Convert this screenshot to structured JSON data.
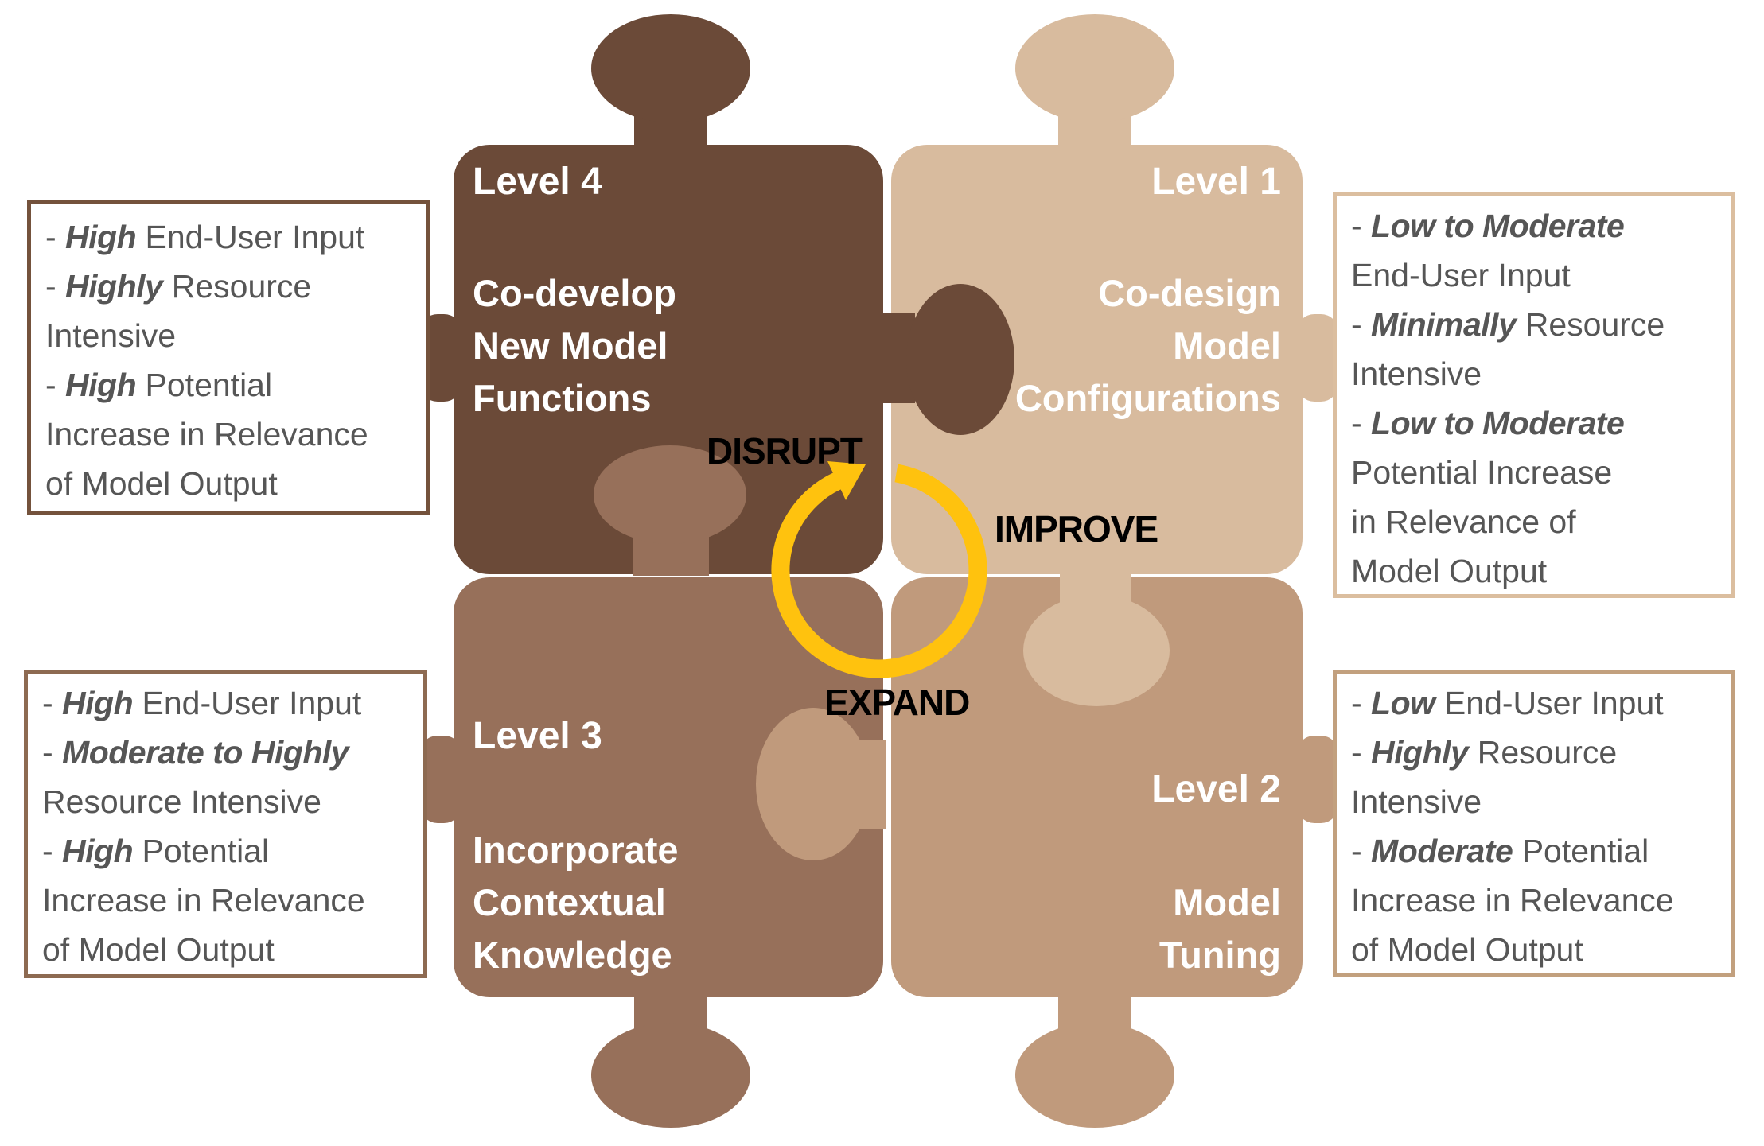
{
  "pieces": [
    {
      "name": "level-4",
      "label": "Level 4",
      "title_lines": [
        "Co-develop",
        "New Model",
        "Functions"
      ],
      "color": "#6B4A38"
    },
    {
      "name": "level-1",
      "label": "Level 1",
      "title_lines": [
        "Co-design",
        "Model",
        "Configurations"
      ],
      "color": "#D8BB9E"
    },
    {
      "name": "level-3",
      "label": "Level 3",
      "title_lines": [
        "Incorporate",
        "Contextual",
        "Knowledge"
      ],
      "color": "#97705A"
    },
    {
      "name": "level-2",
      "label": "Level 2",
      "title_lines": [
        "Model",
        "Tuning"
      ],
      "color": "#C09A7C"
    }
  ],
  "cycle": {
    "labels": {
      "top": "DISRUPT",
      "right": "IMPROVE",
      "bottom": "EXPAND"
    },
    "arrow_color": "#FFC20E",
    "label_color": "#000000"
  },
  "callouts": {
    "text_color": "#565656",
    "top_left": {
      "border_color": "#74523C",
      "lines": [
        "- **High**  End-User Input",
        "- **Highly** Resource",
        "Intensive",
        "- **High** Potential",
        "Increase in Relevance",
        "of Model Output"
      ]
    },
    "top_right": {
      "border_color": "#DBBE9F",
      "lines": [
        "- **Low to Moderate**",
        "End-User Input",
        "- **Minimally** Resource",
        "Intensive",
        "- **Low to Moderate**",
        "Potential Increase",
        "in Relevance of",
        "Model Output"
      ]
    },
    "bottom_left": {
      "border_color": "#8D6A51",
      "lines": [
        "- **High**  End-User Input",
        "- **Moderate to Highly**",
        "Resource Intensive",
        "- **High** Potential",
        "Increase in Relevance",
        "of Model Output"
      ]
    },
    "bottom_right": {
      "border_color": "#C2A07E",
      "lines": [
        "- **Low**  End-User Input",
        "- **Highly** Resource",
        "Intensive",
        "- **Moderate** Potential",
        "Increase in Relevance",
        "of Model Output"
      ]
    }
  }
}
